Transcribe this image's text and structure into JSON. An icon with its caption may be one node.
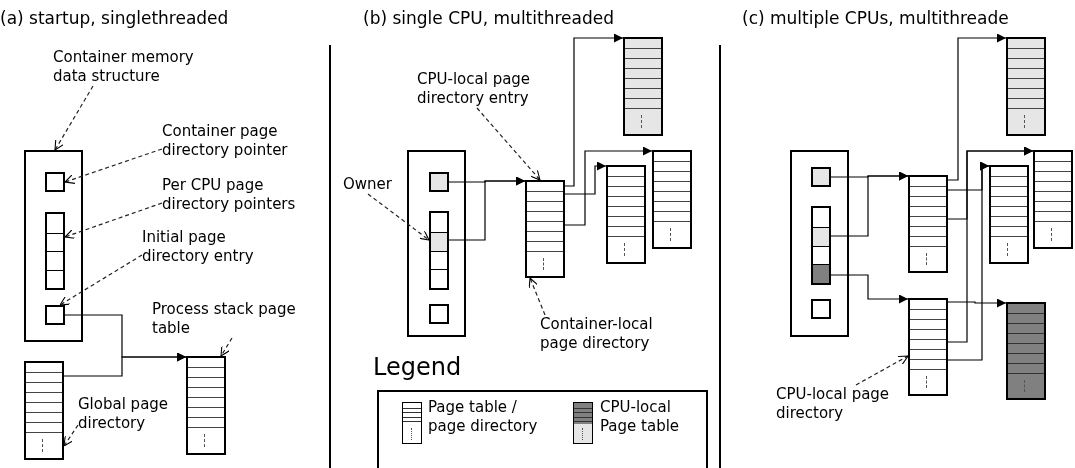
{
  "diagram": {
    "nodes": [
      {
        "text": [
          "Container memory data structure"
        ]
      },
      {
        "text": [],
        "shape": "box"
      },
      {
        "text": [
          "Container page directory pointer"
        ]
      },
      {
        "text": [],
        "shape": "box",
        "in": 1
      },
      {
        "text": [
          "Per CPU page directory pointers"
        ]
      },
      {
        "text": [],
        "shape": "box",
        "in": 1
      },
      {
        "text": [
          "Initial page directory entry"
        ]
      },
      {
        "text": [],
        "shape": "box",
        "in": 1
      },
      {
        "text": [
          "Process stack page table"
        ]
      },
      {
        "text": [],
        "shape": "box"
      },
      {
        "text": [],
        "shape": "box"
      },
      {
        "text": [
          "Global page directory"
        ]
      },
      {
        "text": [
          "CPU-local page directory entry"
        ]
      },
      {
        "text": [
          "Owner"
        ]
      },
      {
        "text": [],
        "shape": "box"
      },
      {
        "text": [],
        "shape": "box",
        "in": 14
      },
      {
        "text": [],
        "shape": "box",
        "in": 14
      },
      {
        "text": [],
        "shape": "box",
        "in": 14
      },
      {
        "text": [],
        "shape": "box"
      },
      {
        "text": [
          "Container-local page directory"
        ]
      },
      {
        "text": [],
        "shape": "box"
      },
      {
        "text": [],
        "shape": "box"
      },
      {
        "text": [],
        "shape": "box"
      },
      {
        "text": [],
        "shape": "box"
      },
      {
        "text": [],
        "shape": "box",
        "in": 23
      },
      {
        "text": [],
        "shape": "box",
        "in": 23
      },
      {
        "text": [],
        "shape": "box",
        "in": 23
      },
      {
        "text": [],
        "shape": "box"
      },
      {
        "text": [],
        "shape": "box"
      },
      {
        "text": [],
        "shape": "box"
      },
      {
        "text": [],
        "shape": "box"
      },
      {
        "text": [],
        "shape": "box"
      },
      {
        "text": [],
        "shape": "box"
      },
      {
        "text": [
          "CPU-local page directory"
        ]
      }
    ],
    "edges": [
      {
        "from": 0,
        "to": 1,
        "arrow": "to",
        "style": "dashed"
      },
      {
        "from": 2,
        "to": 3,
        "arrow": "to",
        "style": "dashed"
      },
      {
        "from": 4,
        "to": 5,
        "arrow": "to",
        "style": "dashed"
      },
      {
        "from": 6,
        "to": 7,
        "arrow": "to",
        "style": "dashed"
      },
      {
        "from": 8,
        "to": 9,
        "arrow": "to",
        "style": "dashed"
      },
      {
        "from": 11,
        "to": 10,
        "arrow": "to",
        "style": "dashed"
      },
      {
        "from": 7,
        "to": 9,
        "arrow": "to"
      },
      {
        "from": 10,
        "to": 9,
        "arrow": "to"
      },
      {
        "from": 12,
        "to": 18,
        "arrow": "to",
        "style": "dashed"
      },
      {
        "from": 13,
        "to": 16,
        "arrow": "to",
        "style": "dashed"
      },
      {
        "from": 19,
        "to": 18,
        "arrow": "to",
        "style": "dashed"
      },
      {
        "from": 15,
        "to": 18,
        "arrow": "to"
      },
      {
        "from": 16,
        "to": 18,
        "arrow": "to"
      },
      {
        "from": 18,
        "to": 20,
        "arrow": "to"
      },
      {
        "from": 18,
        "to": 21,
        "arrow": "to"
      },
      {
        "from": 18,
        "to": 22,
        "arrow": "to"
      },
      {
        "from": 24,
        "to": 27,
        "arrow": "to"
      },
      {
        "from": 25,
        "to": 27,
        "arrow": "to"
      },
      {
        "from": 25,
        "to": 28,
        "arrow": "to"
      },
      {
        "from": 27,
        "to": 29,
        "arrow": "to"
      },
      {
        "from": 27,
        "to": 30,
        "arrow": "to"
      },
      {
        "from": 27,
        "to": 31,
        "arrow": "to"
      },
      {
        "from": 28,
        "to": 32,
        "arrow": "to"
      },
      {
        "from": 28,
        "to": 30,
        "arrow": "to"
      },
      {
        "from": 28,
        "to": 31,
        "arrow": "to"
      },
      {
        "from": 33,
        "to": 28,
        "arrow": "to",
        "style": "dashed"
      }
    ],
    "labels": [
      "(a) startup, singlethreaded",
      "(b) single CPU, multithreaded",
      "(c) multiple CPUs, multithreade",
      "Legend"
    ],
    "legend": [
      {
        "text": "Page table / page directory"
      },
      {
        "text": "CPU-local Page table"
      }
    ]
  }
}
